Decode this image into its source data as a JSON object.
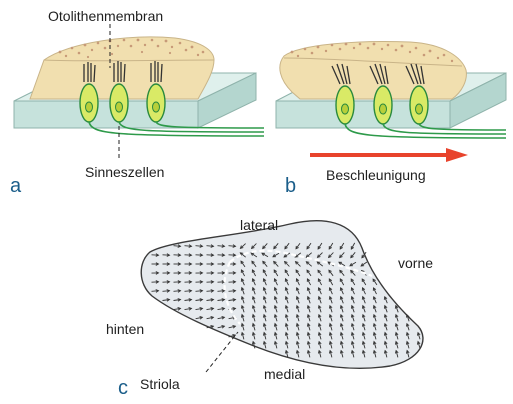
{
  "labels": {
    "membrane": "Otolithenmembran",
    "hair_cells": "Sinneszellen",
    "acceleration": "Beschleunigung",
    "lateral": "lateral",
    "anterior": "vorne",
    "posterior": "hinten",
    "medial": "medial",
    "striola": "Striola"
  },
  "panels": {
    "a": "a",
    "b": "b",
    "c": "c"
  },
  "colors": {
    "membrane": "#f1dfaf",
    "otoconia": "#c79a78",
    "base_top": "#dff0ec",
    "base_front": "#c6e2dc",
    "cell_body": "#d9ea66",
    "cell_outline": "#2b8a3e",
    "nerve": "#2e9a4a",
    "arrow": "#e8432c",
    "macula_fill": "#e6eaee",
    "panel_letter": "#1b5e8a"
  }
}
